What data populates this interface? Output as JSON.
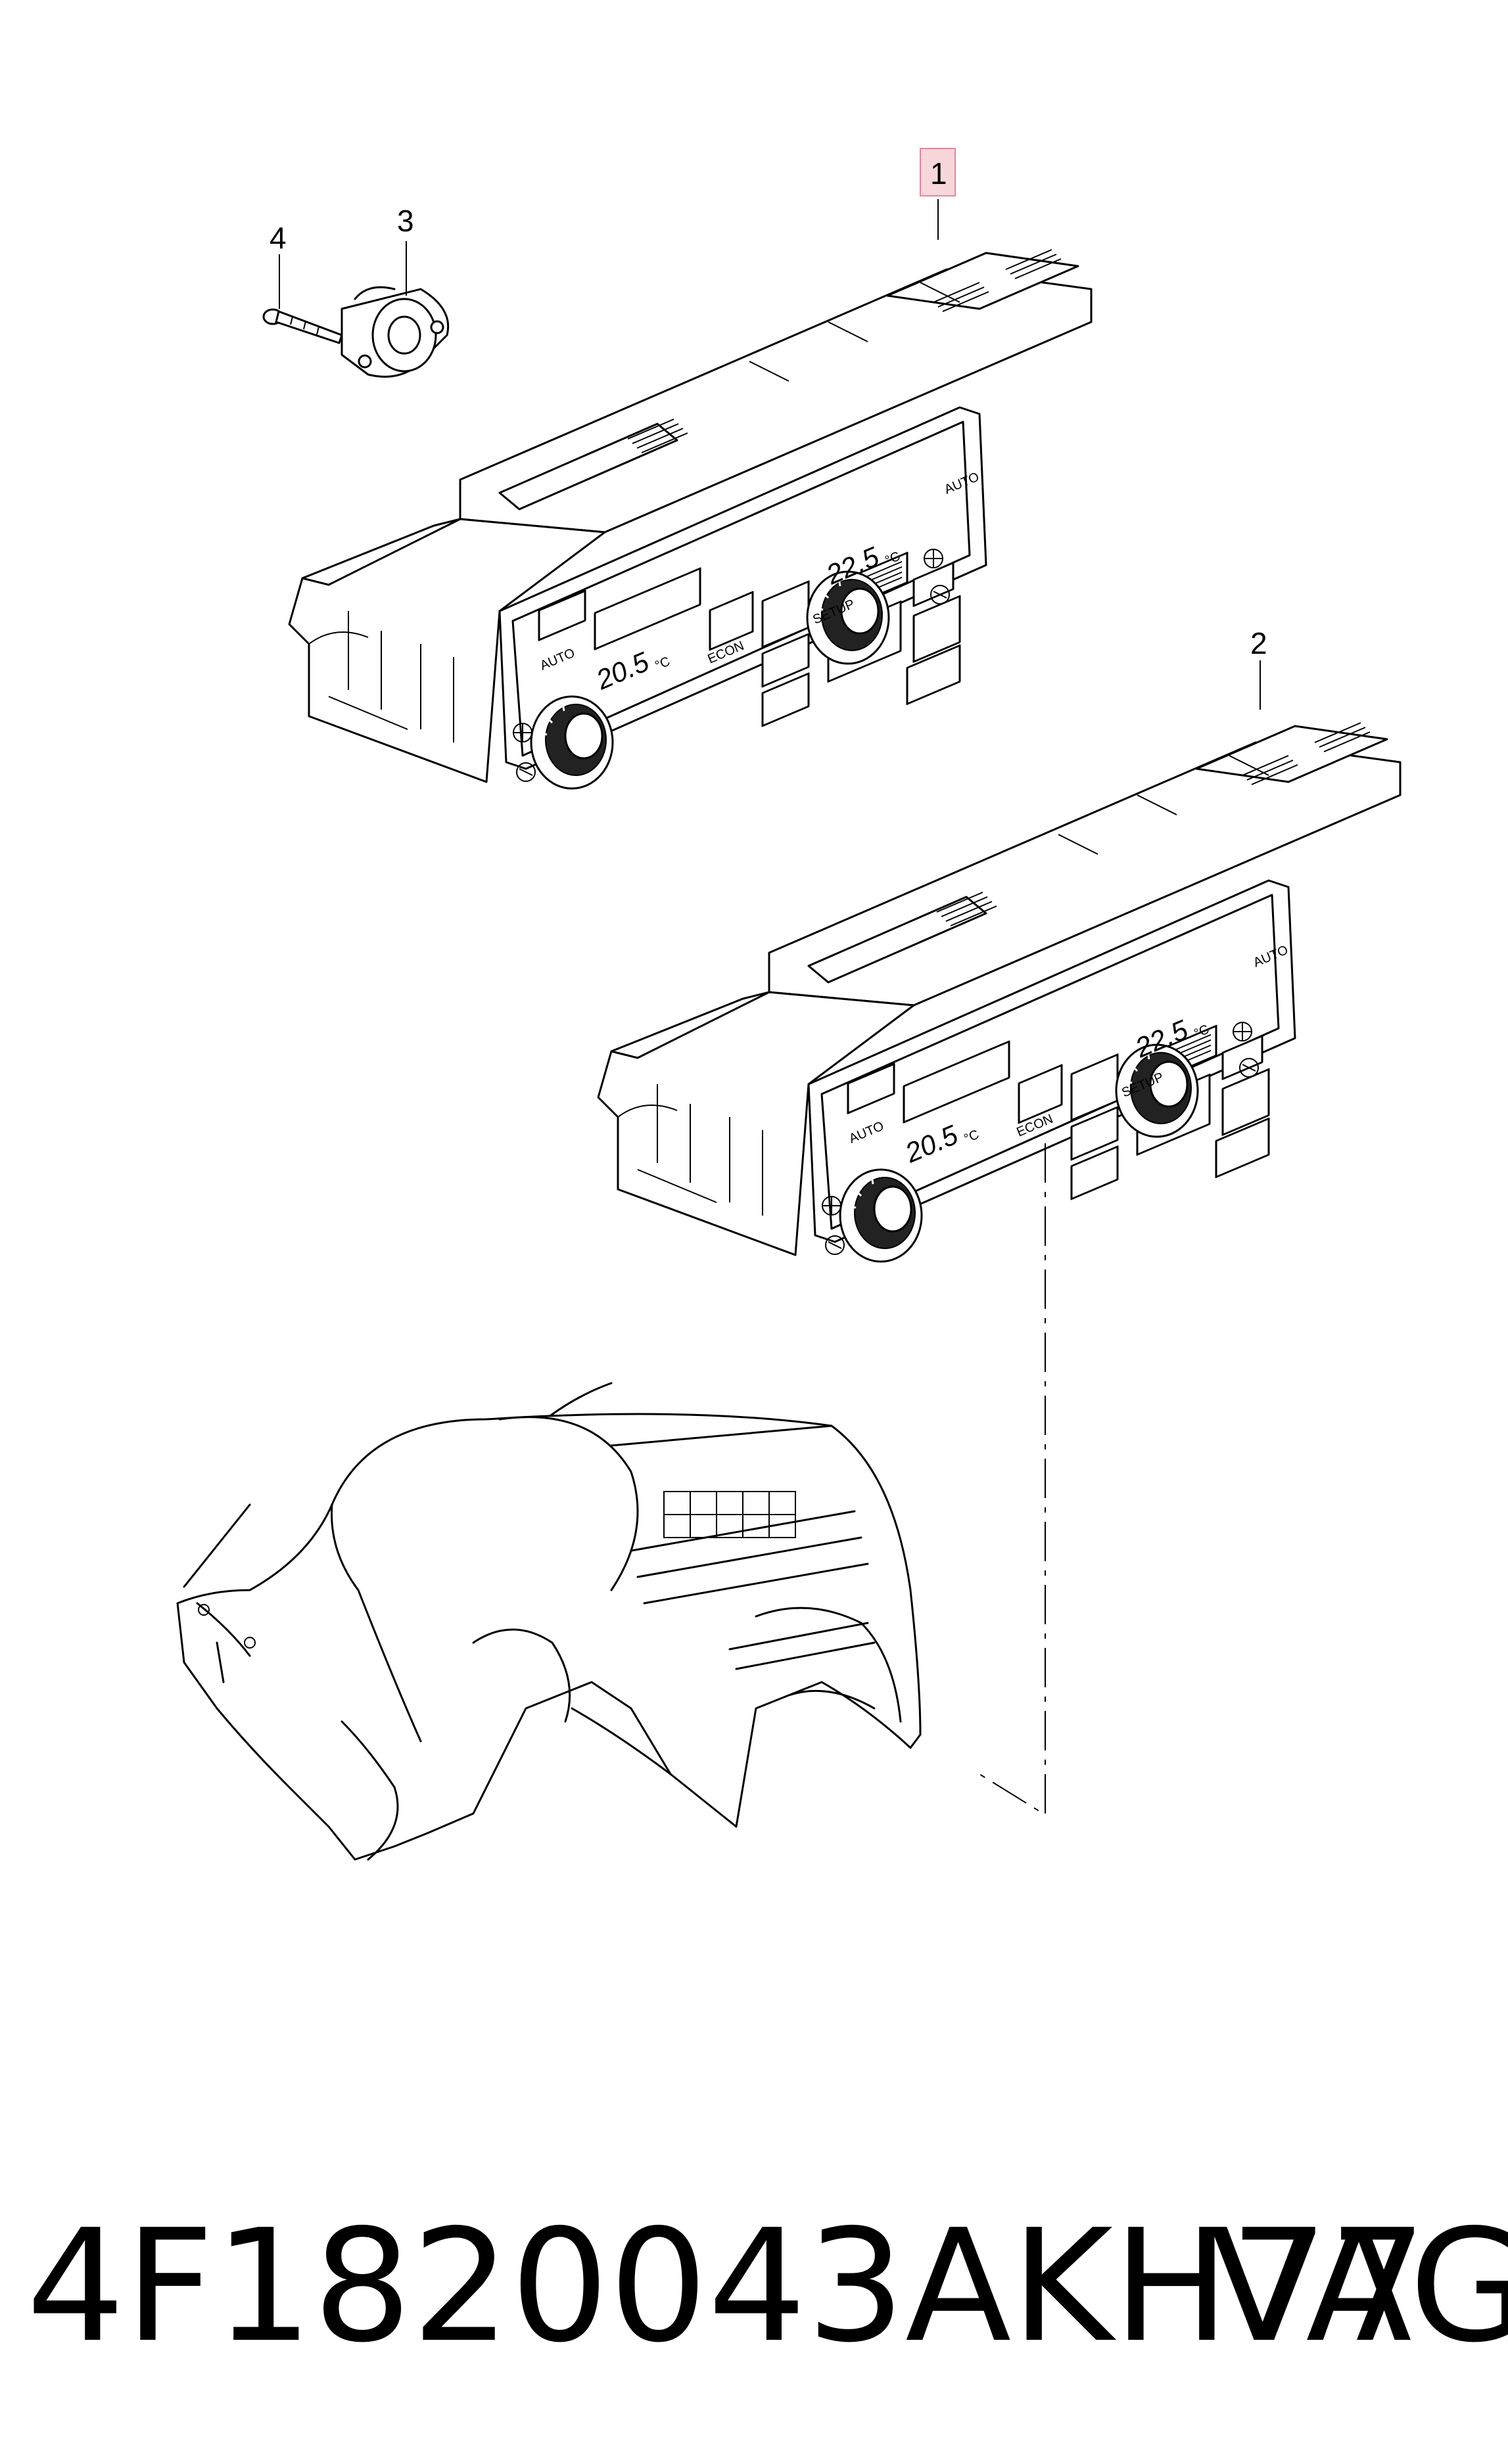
{
  "callouts": {
    "c1": "1",
    "c2": "2",
    "c3": "3",
    "c4": "4"
  },
  "panel": {
    "left_temp": "20.5",
    "right_temp": "22.5",
    "degree": "°C",
    "auto": "AUTO",
    "econ": "ECON",
    "setup": "SETUP"
  },
  "footer": {
    "part_number": "4F1820043AKH77",
    "brand": "VAG"
  },
  "colors": {
    "callout_highlight": "#f7d6dc",
    "callout_border": "#e08a9a"
  }
}
